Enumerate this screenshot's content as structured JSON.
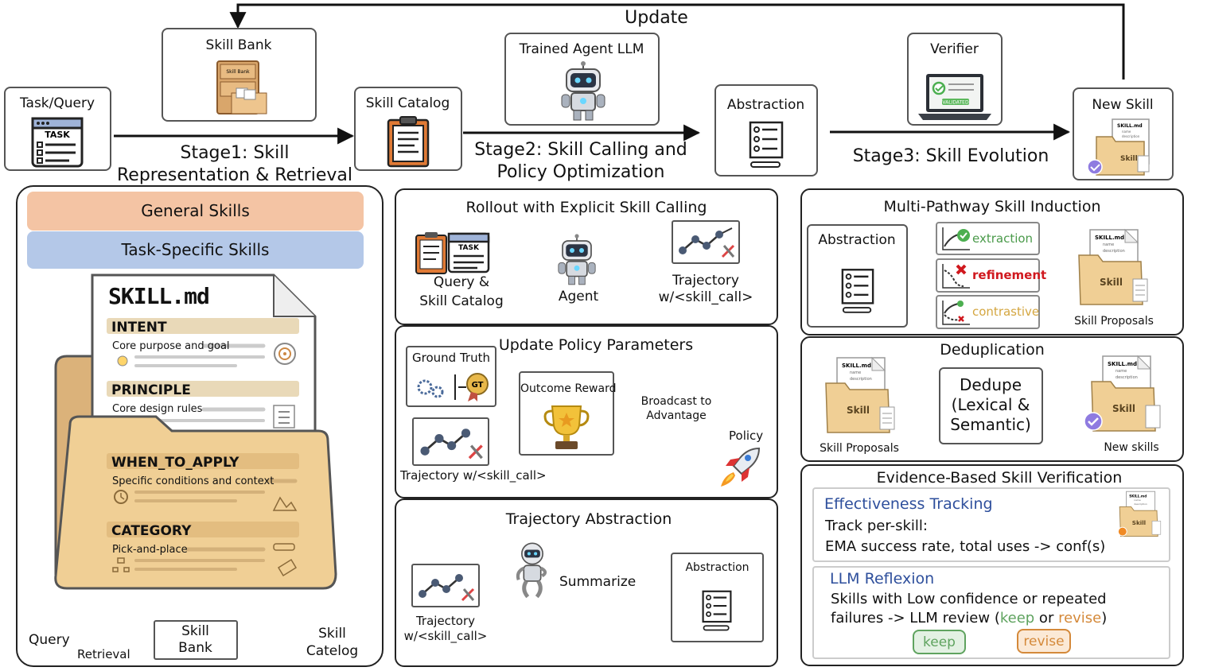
{
  "top": {
    "update": "Update",
    "task_query": "Task/Query",
    "task_icon_label": "TASK",
    "skill_bank": "Skill Bank",
    "skill_bank_drawer": "Skill Bank",
    "skill_catalog": "Skill Catalog",
    "trained_agent": "Trained Agent LLM",
    "abstraction": "Abstraction",
    "verifier": "Verifier",
    "validated": "VALIDATED",
    "new_skill": "New Skill",
    "stage1_line1": "Stage1: Skill",
    "stage1_line2": "Representation & Retrieval",
    "stage2_line1": "Stage2: Skill Calling and",
    "stage2_line2": "Policy Optimization",
    "stage3": "Stage3: Skill Evolution"
  },
  "stage1": {
    "general": "General Skills",
    "task_specific": "Task-Specific Skills",
    "doc_title": "SKILL.md",
    "intent": "INTENT",
    "intent_text": "Core purpose and goal",
    "principle": "PRINCIPLE",
    "principle_text": "Core design rules",
    "when": "WHEN_TO_APPLY",
    "when_text": "Specific conditions and context",
    "category": "CATEGORY",
    "category_text": "Pick-and-place",
    "query": "Query",
    "retrieval": "Retrieval",
    "skill": "Skill",
    "bank": "Bank",
    "skill2": "Skill",
    "catelog": "Catelog"
  },
  "rollout": {
    "title": "Rollout with Explicit Skill Calling",
    "query_line1": "Query &",
    "query_line2": "Skill Catalog",
    "agent": "Agent",
    "traj_line1": "Trajectory",
    "traj_line2": "w/<skill_call>"
  },
  "update_policy": {
    "title": "Update Policy Parameters",
    "ground_truth": "Ground Truth",
    "gt": "GT",
    "outcome_reward": "Outcome Reward",
    "broadcast_line1": "Broadcast to",
    "broadcast_line2": "Advantage",
    "policy": "Policy",
    "trajectory": "Trajectory w/<skill_call>"
  },
  "traj_abstraction": {
    "title": "Trajectory Abstraction",
    "summarize": "Summarize",
    "abstraction": "Abstraction",
    "traj_line1": "Trajectory",
    "traj_line2": "w/<skill_call>"
  },
  "induction": {
    "title": "Multi-Pathway Skill Induction",
    "abstraction": "Abstraction",
    "extraction": "extraction",
    "refinement": "refinement",
    "contrastive": "contrastive",
    "proposals": "Skill Proposals"
  },
  "dedup": {
    "title": "Deduplication",
    "proposals": "Skill Proposals",
    "box_line1": "Dedupe",
    "box_line2": "(Lexical &",
    "box_line3": "Semantic)",
    "new_skills": "New skills"
  },
  "verification": {
    "title": "Evidence-Based Skill Verification",
    "eff_title": "Effectiveness Tracking",
    "eff_line1": "Track per-skill:",
    "eff_line2": "EMA success rate, total uses  -> conf(s)",
    "llm_title": "LLM Reflexion",
    "llm_line1": "Skills with Low confidence or repeated",
    "llm_line2_a": "failures -> LLM review (",
    "llm_keep": "keep",
    "llm_or": " or ",
    "llm_revise": "revise",
    "llm_close": ")",
    "keep_btn": "keep",
    "revise_btn": "revise"
  },
  "file_icon": {
    "name": "SKILL.md",
    "l1": "name",
    "l2": "description",
    "label": "Skill"
  },
  "colors": {
    "general_bg": "#f4c4a4",
    "task_bg": "#b4c8e8",
    "folder": "#f0cf95",
    "blue_title": "#2e4f9c",
    "keep": "#5fa35f",
    "revise": "#d4893a",
    "refinement": "#d0181e"
  }
}
